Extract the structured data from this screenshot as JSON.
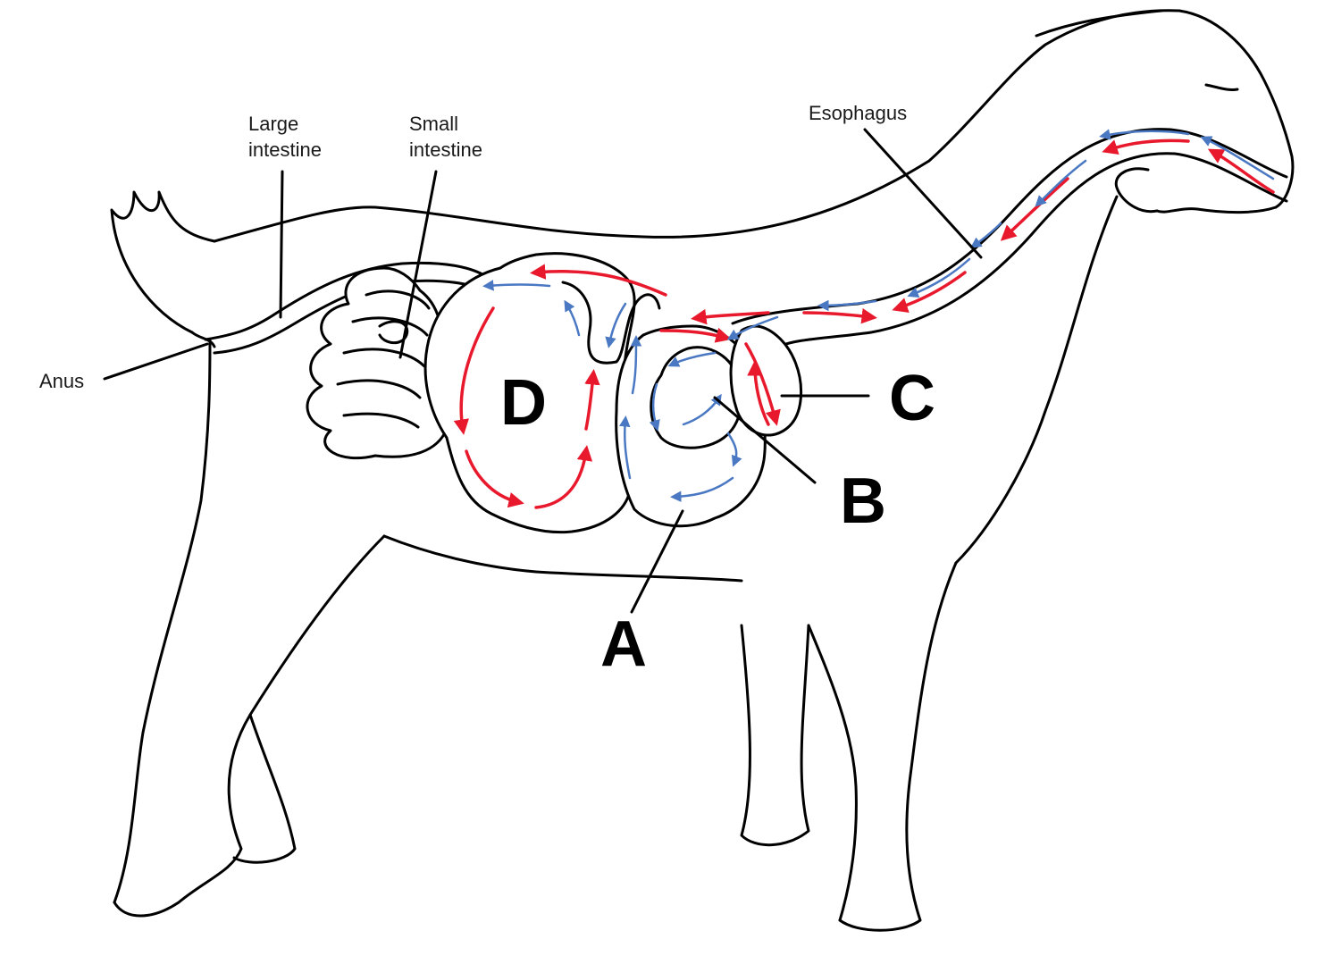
{
  "labels": {
    "large_intestine_line1": "Large",
    "large_intestine_line2": "intestine",
    "small_intestine_line1": "Small",
    "small_intestine_line2": "intestine",
    "esophagus": "Esophagus",
    "anus": "Anus",
    "a": "A",
    "b": "B",
    "c": "C",
    "d": "D"
  },
  "colors": {
    "outline": "#000000",
    "red_flow": "#e8192c",
    "blue_flow": "#4a78c2"
  },
  "icons": {
    "red_flow": "arrow-path",
    "blue_flow": "arrow-path"
  }
}
